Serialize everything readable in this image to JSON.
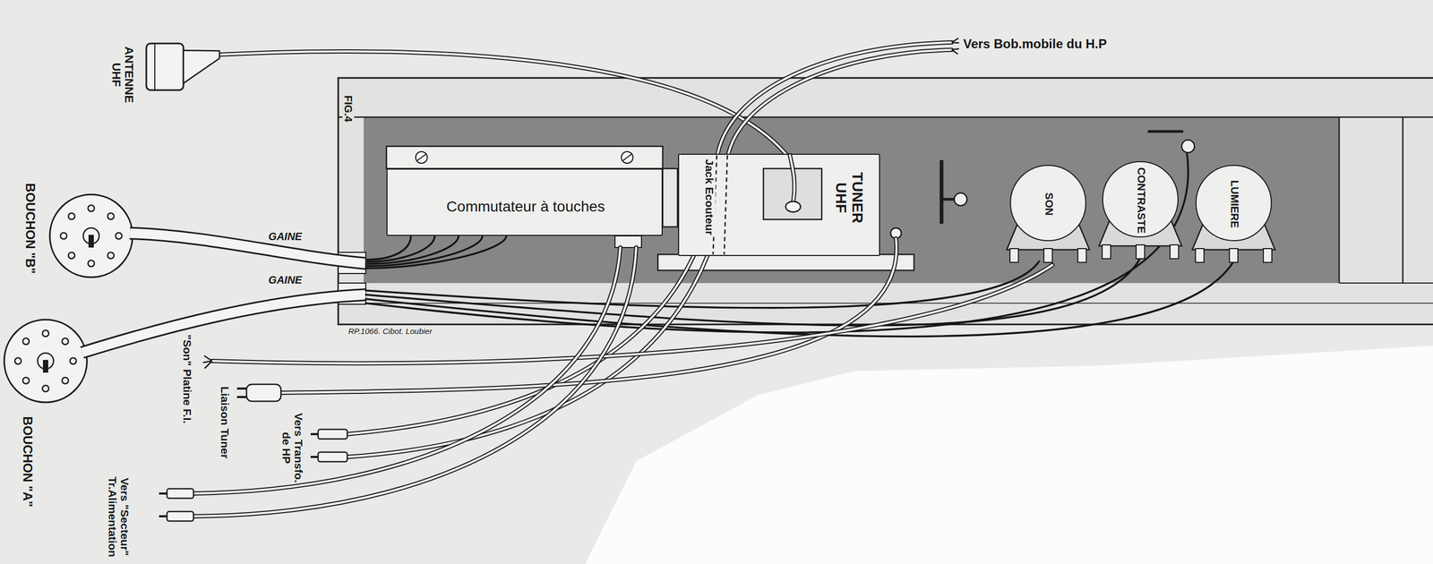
{
  "diagram": {
    "nodes": [
      {
        "text": [
          "Commutateur à touches"
        ]
      },
      {
        "text": [
          "TUNER UHF"
        ]
      },
      {
        "text": [
          "SON"
        ]
      },
      {
        "text": [
          "CONTRASTE"
        ]
      },
      {
        "text": [
          "LUMIERE"
        ]
      }
    ],
    "labels": [
      "ANTENNE UHF",
      "Vers Bob.mobile du H.P",
      "FIG.4",
      "Jack Ecouteur",
      "BOUCHON \"B\"",
      "GAINE",
      "GAINE",
      "RP.1066. Cibot. Loubier",
      "BOUCHON \"A\"",
      "\"Son\" Platine F.I.",
      "Liaison Tuner",
      "Vers Transfo. de HP",
      "Vers \"Secteur\" Tr.Alimentation"
    ]
  }
}
